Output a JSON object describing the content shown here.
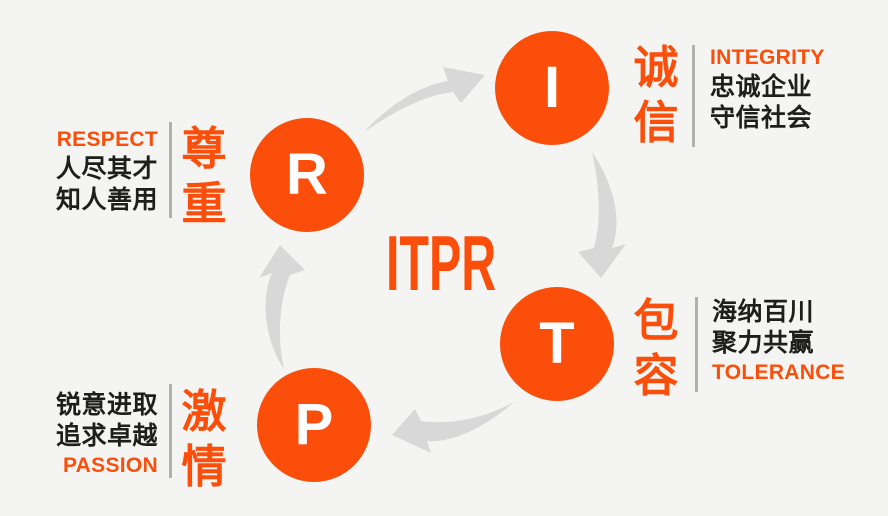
{
  "title": "ITPR",
  "colors": {
    "accent": "#fb4e0a",
    "background": "#f4f4f2",
    "arrow": "#d8d8d8",
    "divider": "#b0b0b0",
    "text_dark": "#1e1e1e",
    "circle_letter": "#ffffff"
  },
  "nodes": [
    {
      "id": "integrity",
      "letter": "I",
      "cn_title": "诚信",
      "en_label": "INTEGRITY",
      "lines": [
        "忠诚企业",
        "守信社会"
      ]
    },
    {
      "id": "tolerance",
      "letter": "T",
      "cn_title": "包容",
      "en_label": "TOLERANCE",
      "lines": [
        "海纳百川",
        "聚力共赢"
      ]
    },
    {
      "id": "passion",
      "letter": "P",
      "cn_title": "激情",
      "en_label": "PASSION",
      "lines": [
        "锐意进取",
        "追求卓越"
      ]
    },
    {
      "id": "respect",
      "letter": "R",
      "cn_title": "尊重",
      "en_label": "RESPECT",
      "lines": [
        "人尽其才",
        "知人善用"
      ]
    }
  ],
  "arrow_icons": [
    "arrow-r-to-i",
    "arrow-i-to-t",
    "arrow-t-to-p",
    "arrow-p-to-r"
  ]
}
